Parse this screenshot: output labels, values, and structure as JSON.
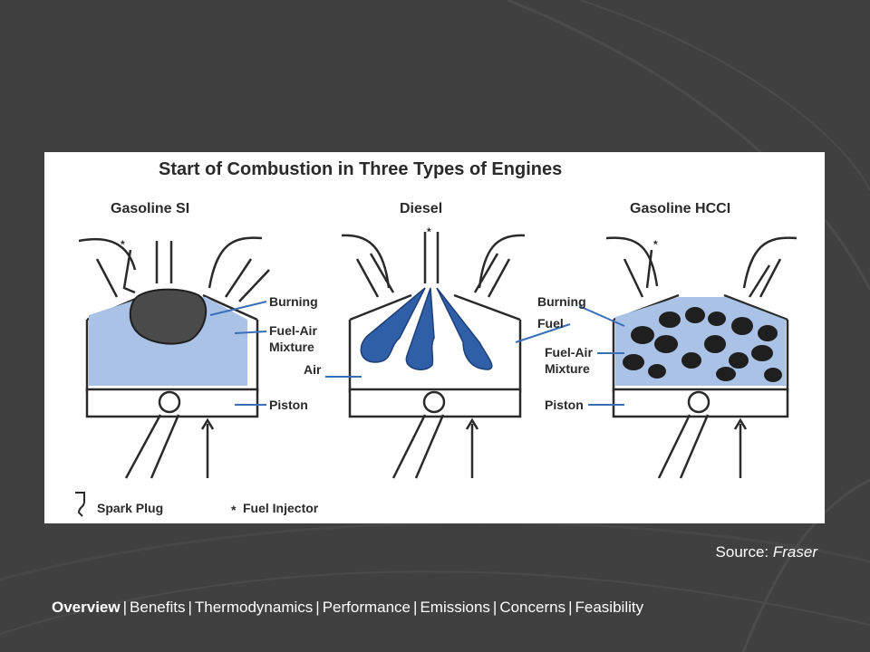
{
  "figure": {
    "title": "Start of Combustion in Three Types of Engines",
    "engines": [
      {
        "name": "Gasoline SI",
        "labels": [
          "Burning",
          "Fuel-Air",
          "Mixture",
          "Piston"
        ]
      },
      {
        "name": "Diesel",
        "labels": [
          "Air"
        ]
      },
      {
        "name": "Gasoline HCCI",
        "labels": [
          "Burning",
          "Fuel",
          "Fuel-Air",
          "Mixture",
          "Piston"
        ]
      }
    ],
    "legend": {
      "spark_plug": "Spark Plug",
      "fuel_injector": "Fuel Injector"
    },
    "colors": {
      "mixture": "#a9c2e6",
      "flame": "#4a4a4a",
      "fuel": "#2f5fa6",
      "leader": "#3a6fb8"
    }
  },
  "source": {
    "prefix": "Source:",
    "name": "Fraser"
  },
  "nav": {
    "items": [
      "Overview",
      "Benefits",
      "Thermodynamics",
      "Performance",
      "Emissions",
      "Concerns",
      "Feasibility"
    ],
    "separator": "|"
  },
  "theme": {
    "background": "#404040",
    "arc": "#4a4a4a"
  }
}
